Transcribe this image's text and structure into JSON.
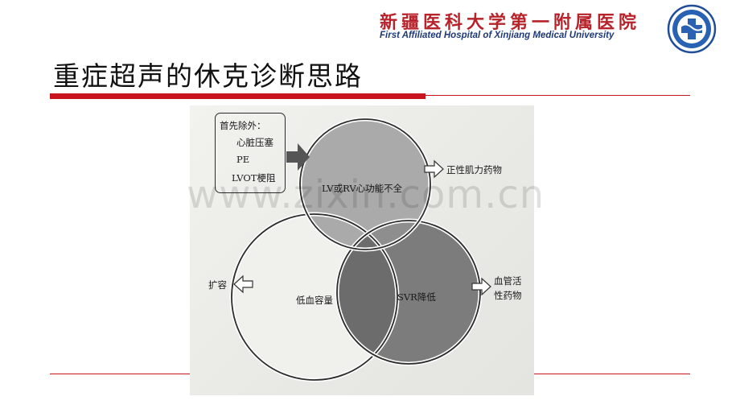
{
  "header": {
    "institution_cn": "新疆医科大学第一附属医院",
    "institution_en": "First Affiliated Hospital of Xinjiang Medical University",
    "logo_icon": "hospital-logo-icon"
  },
  "slide": {
    "title": "重症超声的休克诊断思路"
  },
  "diagram": {
    "exclude_box": {
      "heading": "首先除外：",
      "items": [
        "心脏压塞",
        "PE",
        "LVOT梗阻"
      ]
    },
    "circles": {
      "top": "LV或RV心功能不全",
      "left": "低血容量",
      "right": "SVR降低"
    },
    "actions": {
      "top": "正性肌力药物",
      "left": "扩容",
      "right_line1": "血管活",
      "right_line2": "性药物"
    },
    "colors": {
      "top_circle": "#aaaaaa",
      "right_circle": "#7c7c7c",
      "left_circle": "#f0f0ec",
      "overlap_dark": "#6c6c6c"
    }
  },
  "watermark": "www.zixin.com.cn"
}
